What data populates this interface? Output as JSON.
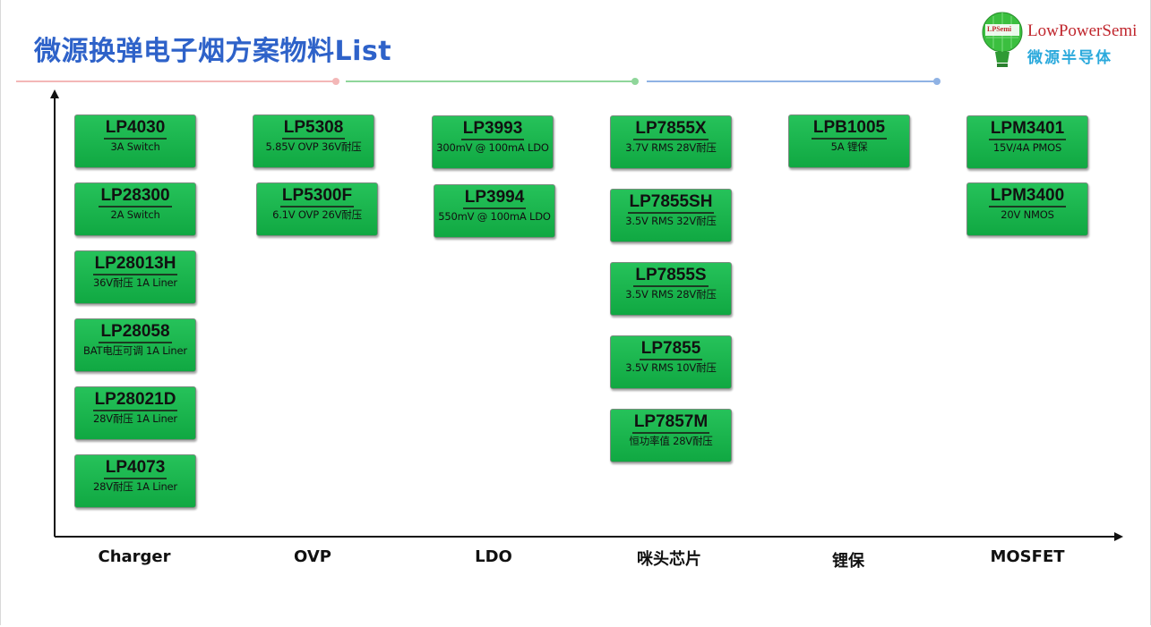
{
  "title": "微源换弹电子烟方案物料List",
  "logo": {
    "badge": "LPSemi",
    "name_en": "LowPowerSemi",
    "name_cn": "微源半导体"
  },
  "colors": {
    "title": "#2e62c9",
    "card": "#1ab84e",
    "logo_red": "#c0262d",
    "logo_blue": "#2aa9dc"
  },
  "columns": [
    {
      "category": "Charger",
      "items": [
        {
          "part": "LP4030",
          "desc": "3A Switch"
        },
        {
          "part": "LP28300",
          "desc": "2A Switch"
        },
        {
          "part": "LP28013H",
          "desc": "36V耐压 1A Liner"
        },
        {
          "part": "LP28058",
          "desc": "BAT电压可调 1A Liner"
        },
        {
          "part": "LP28021D",
          "desc": "28V耐压 1A Liner"
        },
        {
          "part": "LP4073",
          "desc": "28V耐压 1A Liner"
        }
      ]
    },
    {
      "category": "OVP",
      "items": [
        {
          "part": "LP5308",
          "desc": "5.85V OVP 36V耐压"
        },
        {
          "part": "LP5300F",
          "desc": "6.1V OVP 26V耐压"
        }
      ]
    },
    {
      "category": "LDO",
      "items": [
        {
          "part": "LP3993",
          "desc": "300mV @ 100mA LDO"
        },
        {
          "part": "LP3994",
          "desc": "550mV @ 100mA LDO"
        }
      ]
    },
    {
      "category": "咪头芯片",
      "items": [
        {
          "part": "LP7855X",
          "desc": "3.7V RMS 28V耐压"
        },
        {
          "part": "LP7855SH",
          "desc": "3.5V RMS 32V耐压"
        },
        {
          "part": "LP7855S",
          "desc": "3.5V RMS 28V耐压"
        },
        {
          "part": "LP7855",
          "desc": "3.5V RMS 10V耐压"
        },
        {
          "part": "LP7857M",
          "desc": "恒功率值 28V耐压"
        }
      ]
    },
    {
      "category": "锂保",
      "items": [
        {
          "part": "LPB1005",
          "desc": "5A 锂保"
        }
      ]
    },
    {
      "category": "MOSFET",
      "items": [
        {
          "part": "LPM3401",
          "desc": "15V/4A PMOS"
        },
        {
          "part": "LPM3400",
          "desc": "20V NMOS"
        }
      ]
    }
  ]
}
